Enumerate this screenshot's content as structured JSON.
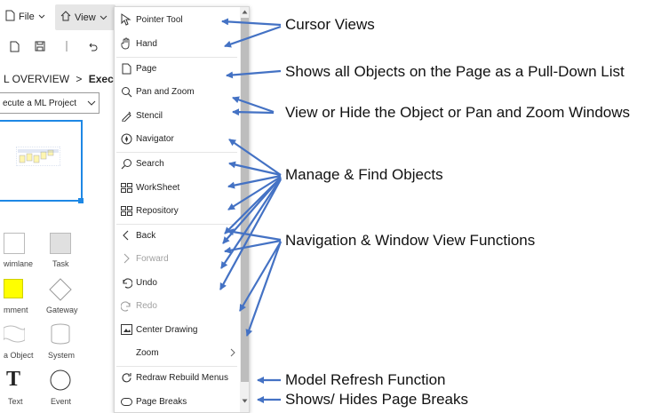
{
  "app": {
    "file_label": "File",
    "view_label": "View",
    "breadcrumb_prefix": "L OVERVIEW",
    "breadcrumb_sep": ">",
    "breadcrumb_current": "Execu",
    "project_select_value": "ecute a ML Project",
    "shapes": [
      {
        "label": "wimlane"
      },
      {
        "label": "Task"
      },
      {
        "label": "mment"
      },
      {
        "label": "Gateway"
      },
      {
        "label": "a Object"
      },
      {
        "label": "System"
      },
      {
        "label": "Text"
      },
      {
        "label": "Event"
      }
    ],
    "text_tool_glyph": "T"
  },
  "menu": {
    "items": [
      {
        "label": "Pointer Tool",
        "icon": "pointer-icon",
        "enabled": true
      },
      {
        "label": "Hand",
        "icon": "hand-icon",
        "enabled": true
      },
      {
        "label": "Page",
        "icon": "page-icon",
        "enabled": true
      },
      {
        "label": "Pan and Zoom",
        "icon": "pan-zoom-icon",
        "enabled": true
      },
      {
        "label": "Stencil",
        "icon": "stencil-icon",
        "enabled": true
      },
      {
        "label": "Navigator",
        "icon": "navigator-icon",
        "enabled": true
      },
      {
        "label": "Search",
        "icon": "search-icon",
        "enabled": true
      },
      {
        "label": "WorkSheet",
        "icon": "worksheet-icon",
        "enabled": true
      },
      {
        "label": "Repository",
        "icon": "repository-icon",
        "enabled": true
      },
      {
        "label": "Back",
        "icon": "chevron-left-icon",
        "enabled": true
      },
      {
        "label": "Forward",
        "icon": "chevron-right-icon",
        "enabled": false
      },
      {
        "label": "Undo",
        "icon": "undo-icon",
        "enabled": true
      },
      {
        "label": "Redo",
        "icon": "redo-icon",
        "enabled": false
      },
      {
        "label": "Center Drawing",
        "icon": "center-drawing-icon",
        "enabled": true
      },
      {
        "label": "Zoom",
        "icon": "",
        "enabled": true,
        "submenu": true
      },
      {
        "label": "Redraw Rebuild Menus",
        "icon": "refresh-icon",
        "enabled": true
      },
      {
        "label": "Page Breaks",
        "icon": "page-breaks-icon",
        "enabled": true
      }
    ]
  },
  "annotations": {
    "cursor_views": "Cursor Views",
    "page_list": "Shows all Objects on the Page as a Pull-Down List",
    "view_hide": "View or Hide the Object or Pan and Zoom Windows",
    "manage_find": "Manage & Find Objects",
    "navigation": "Navigation & Window View Functions",
    "model_refresh": "Model Refresh Function",
    "page_breaks": "Shows/ Hides Page Breaks"
  },
  "colors": {
    "arrow": "#4472c4",
    "selection_blue": "#1e88e5",
    "comment_yellow": "#ffff00",
    "menu_disabled": "#a0a0a0"
  }
}
